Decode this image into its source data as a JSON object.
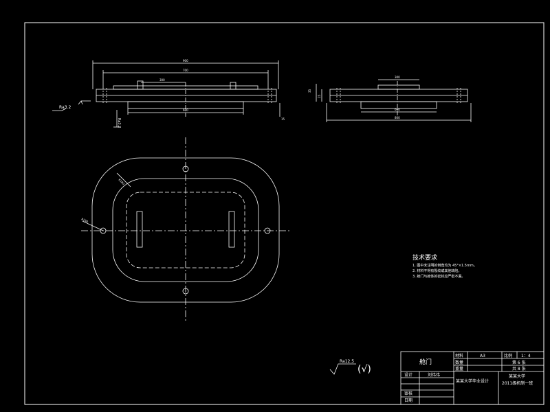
{
  "drawing": {
    "part_name": "舱门",
    "side_view_dims": {
      "overall": "900",
      "inner": "700",
      "small": "300",
      "bottom": "600",
      "height": "15"
    },
    "end_view_dims": {
      "top": "300",
      "middle": "600",
      "bottom": "800",
      "left_a": "35",
      "left_b": "15"
    },
    "surface_roughness_left": "Ra3.2",
    "weld_mark": "Ra3.2",
    "radius_top": "R180",
    "radius_left": "R250",
    "roughness_note": "Ra12.5",
    "roughness_check": "(√)"
  },
  "tech_requirements": {
    "heading": "技术要求",
    "items": [
      "1. 图中未注明的倒角均为 45°×1.5mm。",
      "2. 材料不得有裂纹或其他缺陷。",
      "3. 舱门与舱体的密封应严密不漏。"
    ]
  },
  "title_block": {
    "part_name": "舱门",
    "label_material": "材料",
    "material": "A3",
    "label_scale": "比例",
    "scale": "1：4",
    "label_qty": "数量",
    "sheet_of": "第 6 张",
    "label_weight": "重量",
    "sheets_total": "共 8 张",
    "label_design": "设计",
    "designer": "刘伟伟",
    "label_check": "审核",
    "label_date": "日期",
    "project": "某某大学毕业设计",
    "school": "某某大学",
    "class": "2011级机制一班"
  }
}
